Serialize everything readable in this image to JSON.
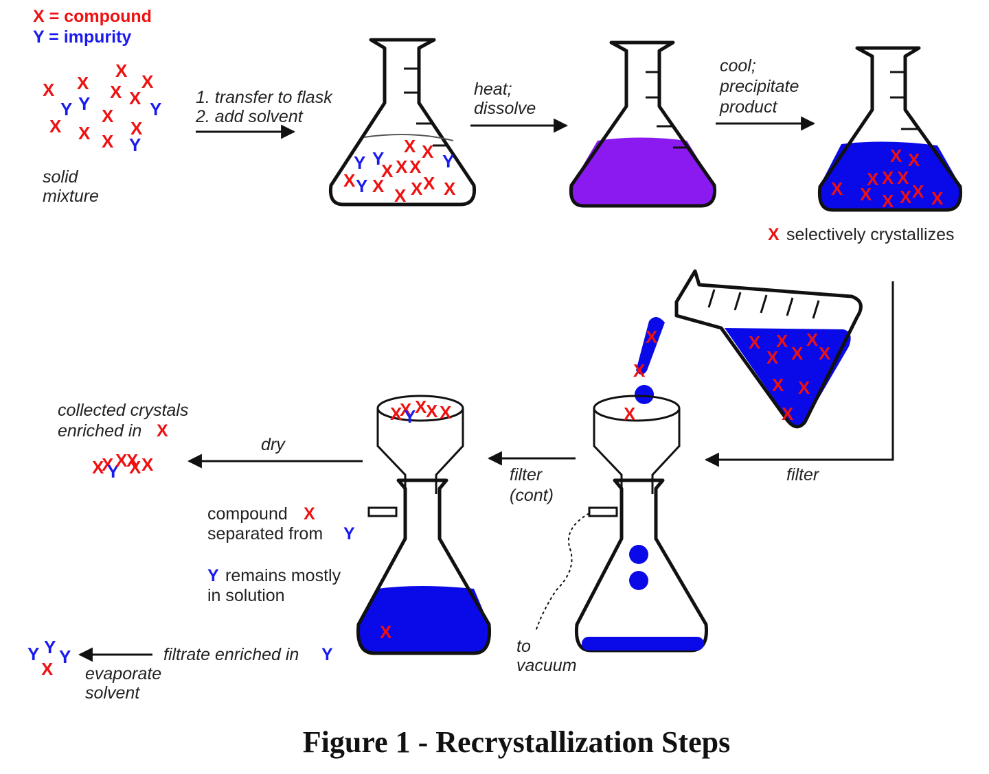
{
  "legend": {
    "x_line": "X = compound",
    "y_line": "Y = impurity"
  },
  "marks": {
    "x": "X",
    "y": "Y"
  },
  "labels": {
    "solid": "solid",
    "mixture": "mixture",
    "step1a": "1. transfer to flask",
    "step1b": "2. add solvent",
    "heat1": "heat;",
    "heat2": "dissolve",
    "cool1": "cool;",
    "cool2": "precipitate",
    "cool3": "product",
    "selective": "selectively crystallizes",
    "filter": "filter",
    "filter_cont1": "filter",
    "filter_cont2": "(cont)",
    "dry": "dry",
    "collected1": "collected crystals",
    "collected2": "enriched in",
    "compound_sep1": "compound",
    "compound_sep2": "separated from",
    "remains1": "remains mostly",
    "remains2": "in solution",
    "filtrate": "filtrate enriched in",
    "evap1": "evaporate",
    "evap2": "solvent",
    "vacuum1": "to",
    "vacuum2": "vacuum"
  },
  "caption": "Figure 1 - Recrystallization Steps",
  "colors": {
    "compound": "#ee1111",
    "impurity": "#1a1aee",
    "dissolved": "#8a1af0",
    "solution": "#0a0ae8"
  }
}
